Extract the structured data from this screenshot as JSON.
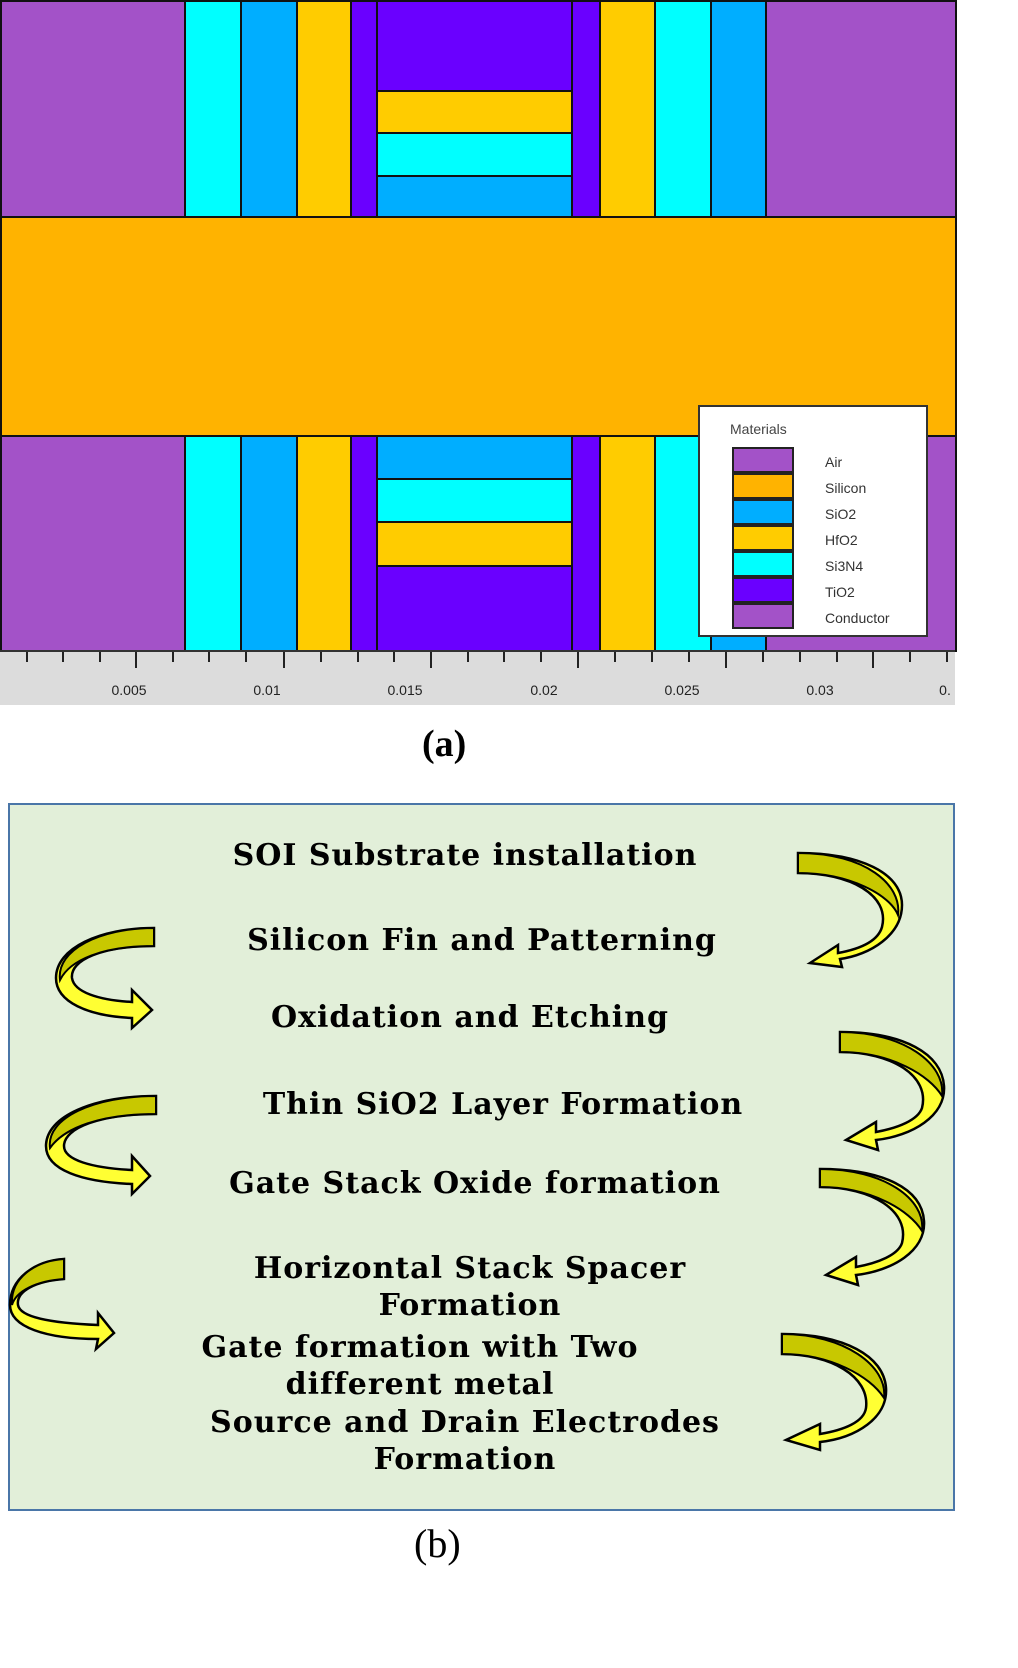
{
  "figure_a": {
    "caption": "(a)",
    "legend": {
      "title": "Materials",
      "items": [
        {
          "label": "Air",
          "color": "#a352c8"
        },
        {
          "label": "Silicon",
          "color": "#ffb300"
        },
        {
          "label": "SiO2",
          "color": "#00aeff"
        },
        {
          "label": "HfO2",
          "color": "#ffcc00"
        },
        {
          "label": "Si3N4",
          "color": "#00ffff"
        },
        {
          "label": "TiO2",
          "color": "#6a00ff"
        },
        {
          "label": "Conductor",
          "color": "#a352c8"
        }
      ]
    },
    "axis": {
      "ticks": [
        "0.005",
        "0.01",
        "0.015",
        "0.02",
        "0.025",
        "0.03",
        "0."
      ]
    },
    "colors": {
      "air": "#a352c8",
      "silicon": "#ffb300",
      "sio2": "#00aeff",
      "hfo2": "#ffcc00",
      "si3n4": "#00ffff",
      "tio2": "#6a00ff"
    }
  },
  "figure_b": {
    "caption": "(b)",
    "steps": [
      {
        "line1": "SOI Substrate installation"
      },
      {
        "line1": "Silicon Fin and Patterning"
      },
      {
        "line1": "Oxidation and Etching"
      },
      {
        "line1": "Thin SiO2 Layer Formation"
      },
      {
        "line1": "Gate Stack Oxide formation"
      },
      {
        "line1": "Horizontal Stack Spacer",
        "line2": "Formation"
      },
      {
        "line1": "Gate formation with Two",
        "line2": "different metal"
      },
      {
        "line1": "Source and Drain Electrodes",
        "line2": "Formation"
      }
    ],
    "colors": {
      "background": "#e2efd9",
      "border": "#4a76a8",
      "arrow_light": "#ffff33",
      "arrow_dark": "#c8c800"
    }
  }
}
